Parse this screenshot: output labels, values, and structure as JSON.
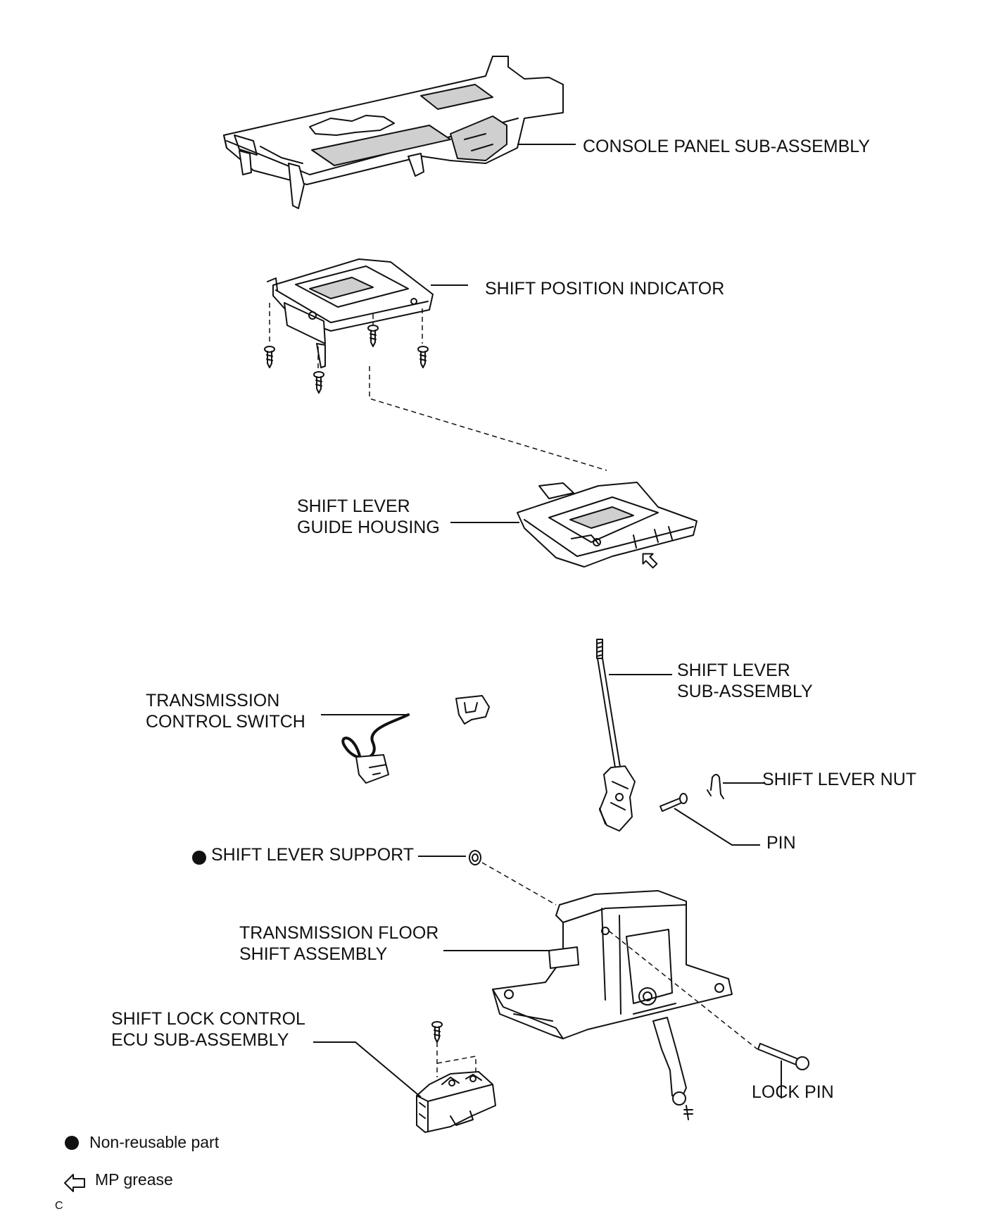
{
  "labels": {
    "console_panel": "CONSOLE PANEL SUB-ASSEMBLY",
    "shift_position_indicator": "SHIFT POSITION INDICATOR",
    "guide_housing": [
      "SHIFT LEVER",
      "GUIDE HOUSING"
    ],
    "transmission_control_switch": [
      "TRANSMISSION",
      "CONTROL SWITCH"
    ],
    "shift_lever_sub_assembly": [
      "SHIFT LEVER",
      "SUB-ASSEMBLY"
    ],
    "shift_lever_nut": "SHIFT LEVER NUT",
    "pin": "PIN",
    "shift_lever_support": "SHIFT LEVER SUPPORT",
    "floor_shift_assembly": [
      "TRANSMISSION FLOOR",
      "SHIFT ASSEMBLY"
    ],
    "shift_lock_ecu": [
      "SHIFT LOCK CONTROL",
      "ECU SUB-ASSEMBLY"
    ],
    "lock_pin": "LOCK PIN"
  },
  "legend": {
    "non_reusable": "Non-reusable part",
    "mp_grease": "MP grease"
  },
  "corner_code": "C",
  "icons": {
    "non_reusable_marker": "filled-circle",
    "mp_grease_marker": "hollow-left-arrow"
  }
}
